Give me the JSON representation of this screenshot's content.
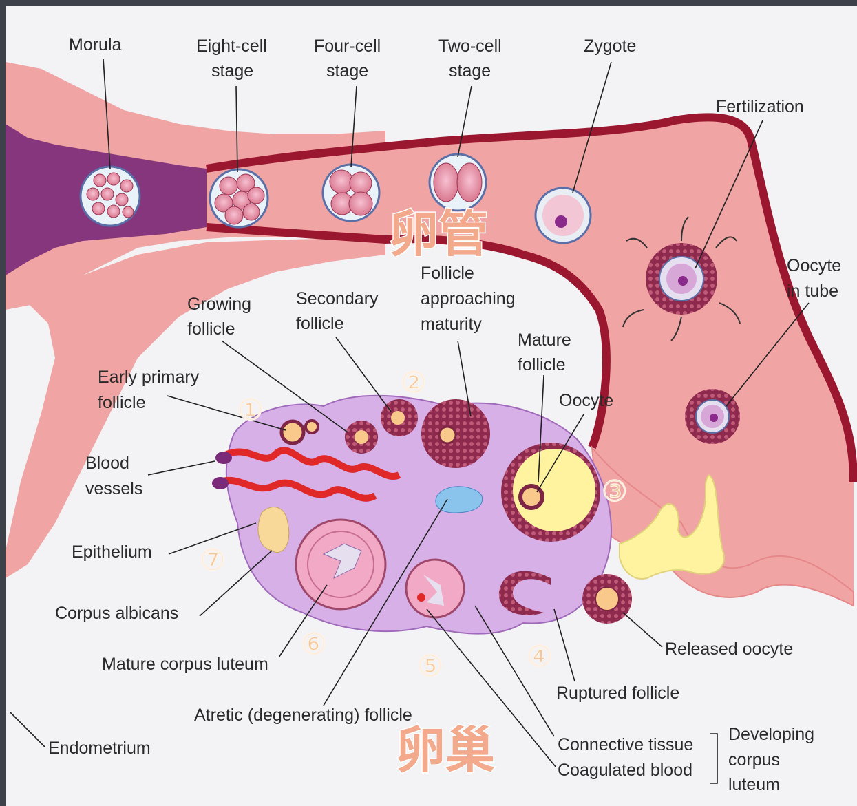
{
  "colors": {
    "frame": "#3d4149",
    "paper": "#f3f2f5",
    "tube": "#f0a4a3",
    "tube_wall": "#9b1730",
    "ovary": "#d7b0e8",
    "uterus": "#7a2a78",
    "vessel": "#e02828",
    "yellow": "#fff3a0"
  },
  "labels": {
    "morula": "Morula",
    "eight_cell_1": "Eight-cell",
    "eight_cell_2": "stage",
    "four_cell_1": "Four-cell",
    "four_cell_2": "stage",
    "two_cell_1": "Two-cell",
    "two_cell_2": "stage",
    "zygote": "Zygote",
    "fertilization": "Fertilization",
    "oocyte_tube_1": "Oocyte",
    "oocyte_tube_2": "in tube",
    "growing_1": "Growing",
    "growing_2": "follicle",
    "secondary_1": "Secondary",
    "secondary_2": "follicle",
    "approaching_1": "Follicle",
    "approaching_2": "approaching",
    "approaching_3": "maturity",
    "mature_1": "Mature",
    "mature_2": "follicle",
    "oocyte": "Oocyte",
    "early_1": "Early primary",
    "early_2": "follicle",
    "blood_1": "Blood",
    "blood_2": "vessels",
    "epithelium": "Epithelium",
    "albicans": "Corpus albicans",
    "mature_luteum": "Mature corpus luteum",
    "atretic": "Atretic (degenerating) follicle",
    "endometrium": "Endometrium",
    "released": "Released oocyte",
    "ruptured": "Ruptured follicle",
    "connective": "Connective tissue",
    "coagulated": "Coagulated blood",
    "developing_1": "Developing",
    "developing_2": "corpus",
    "developing_3": "luteum"
  },
  "stage_numbers": [
    "①",
    "②",
    "③",
    "④",
    "⑤",
    "⑥",
    "⑦"
  ],
  "big_labels": {
    "tube": "卵管",
    "ovary": "卵巢"
  }
}
